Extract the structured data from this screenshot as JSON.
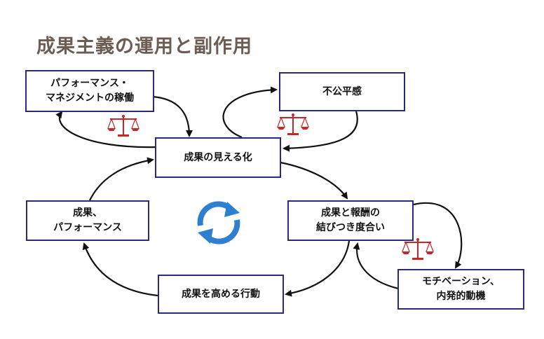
{
  "diagram": {
    "title": "成果主義の運用と副作用",
    "nodes": {
      "performance_management": "パフォーマンス・\nマネジメントの稼働",
      "unfairness": "不公平感",
      "visualization": "成果の見える化",
      "results_performance": "成果、\nパフォーマンス",
      "link_reward": "成果と報酬の\n結びつき度合い",
      "action": "成果を高める行動",
      "motivation": "モチベーション、\n内発的動機"
    },
    "icons": {
      "balance_scale": "balance-scale-icon",
      "cycle": "cycle-arrows-icon"
    },
    "colors": {
      "box_border": "#2b2a7a",
      "title": "#6b5c54",
      "scale": "#c62828",
      "cycle_icon": "#2f7fd0",
      "arrow": "#111111"
    }
  }
}
